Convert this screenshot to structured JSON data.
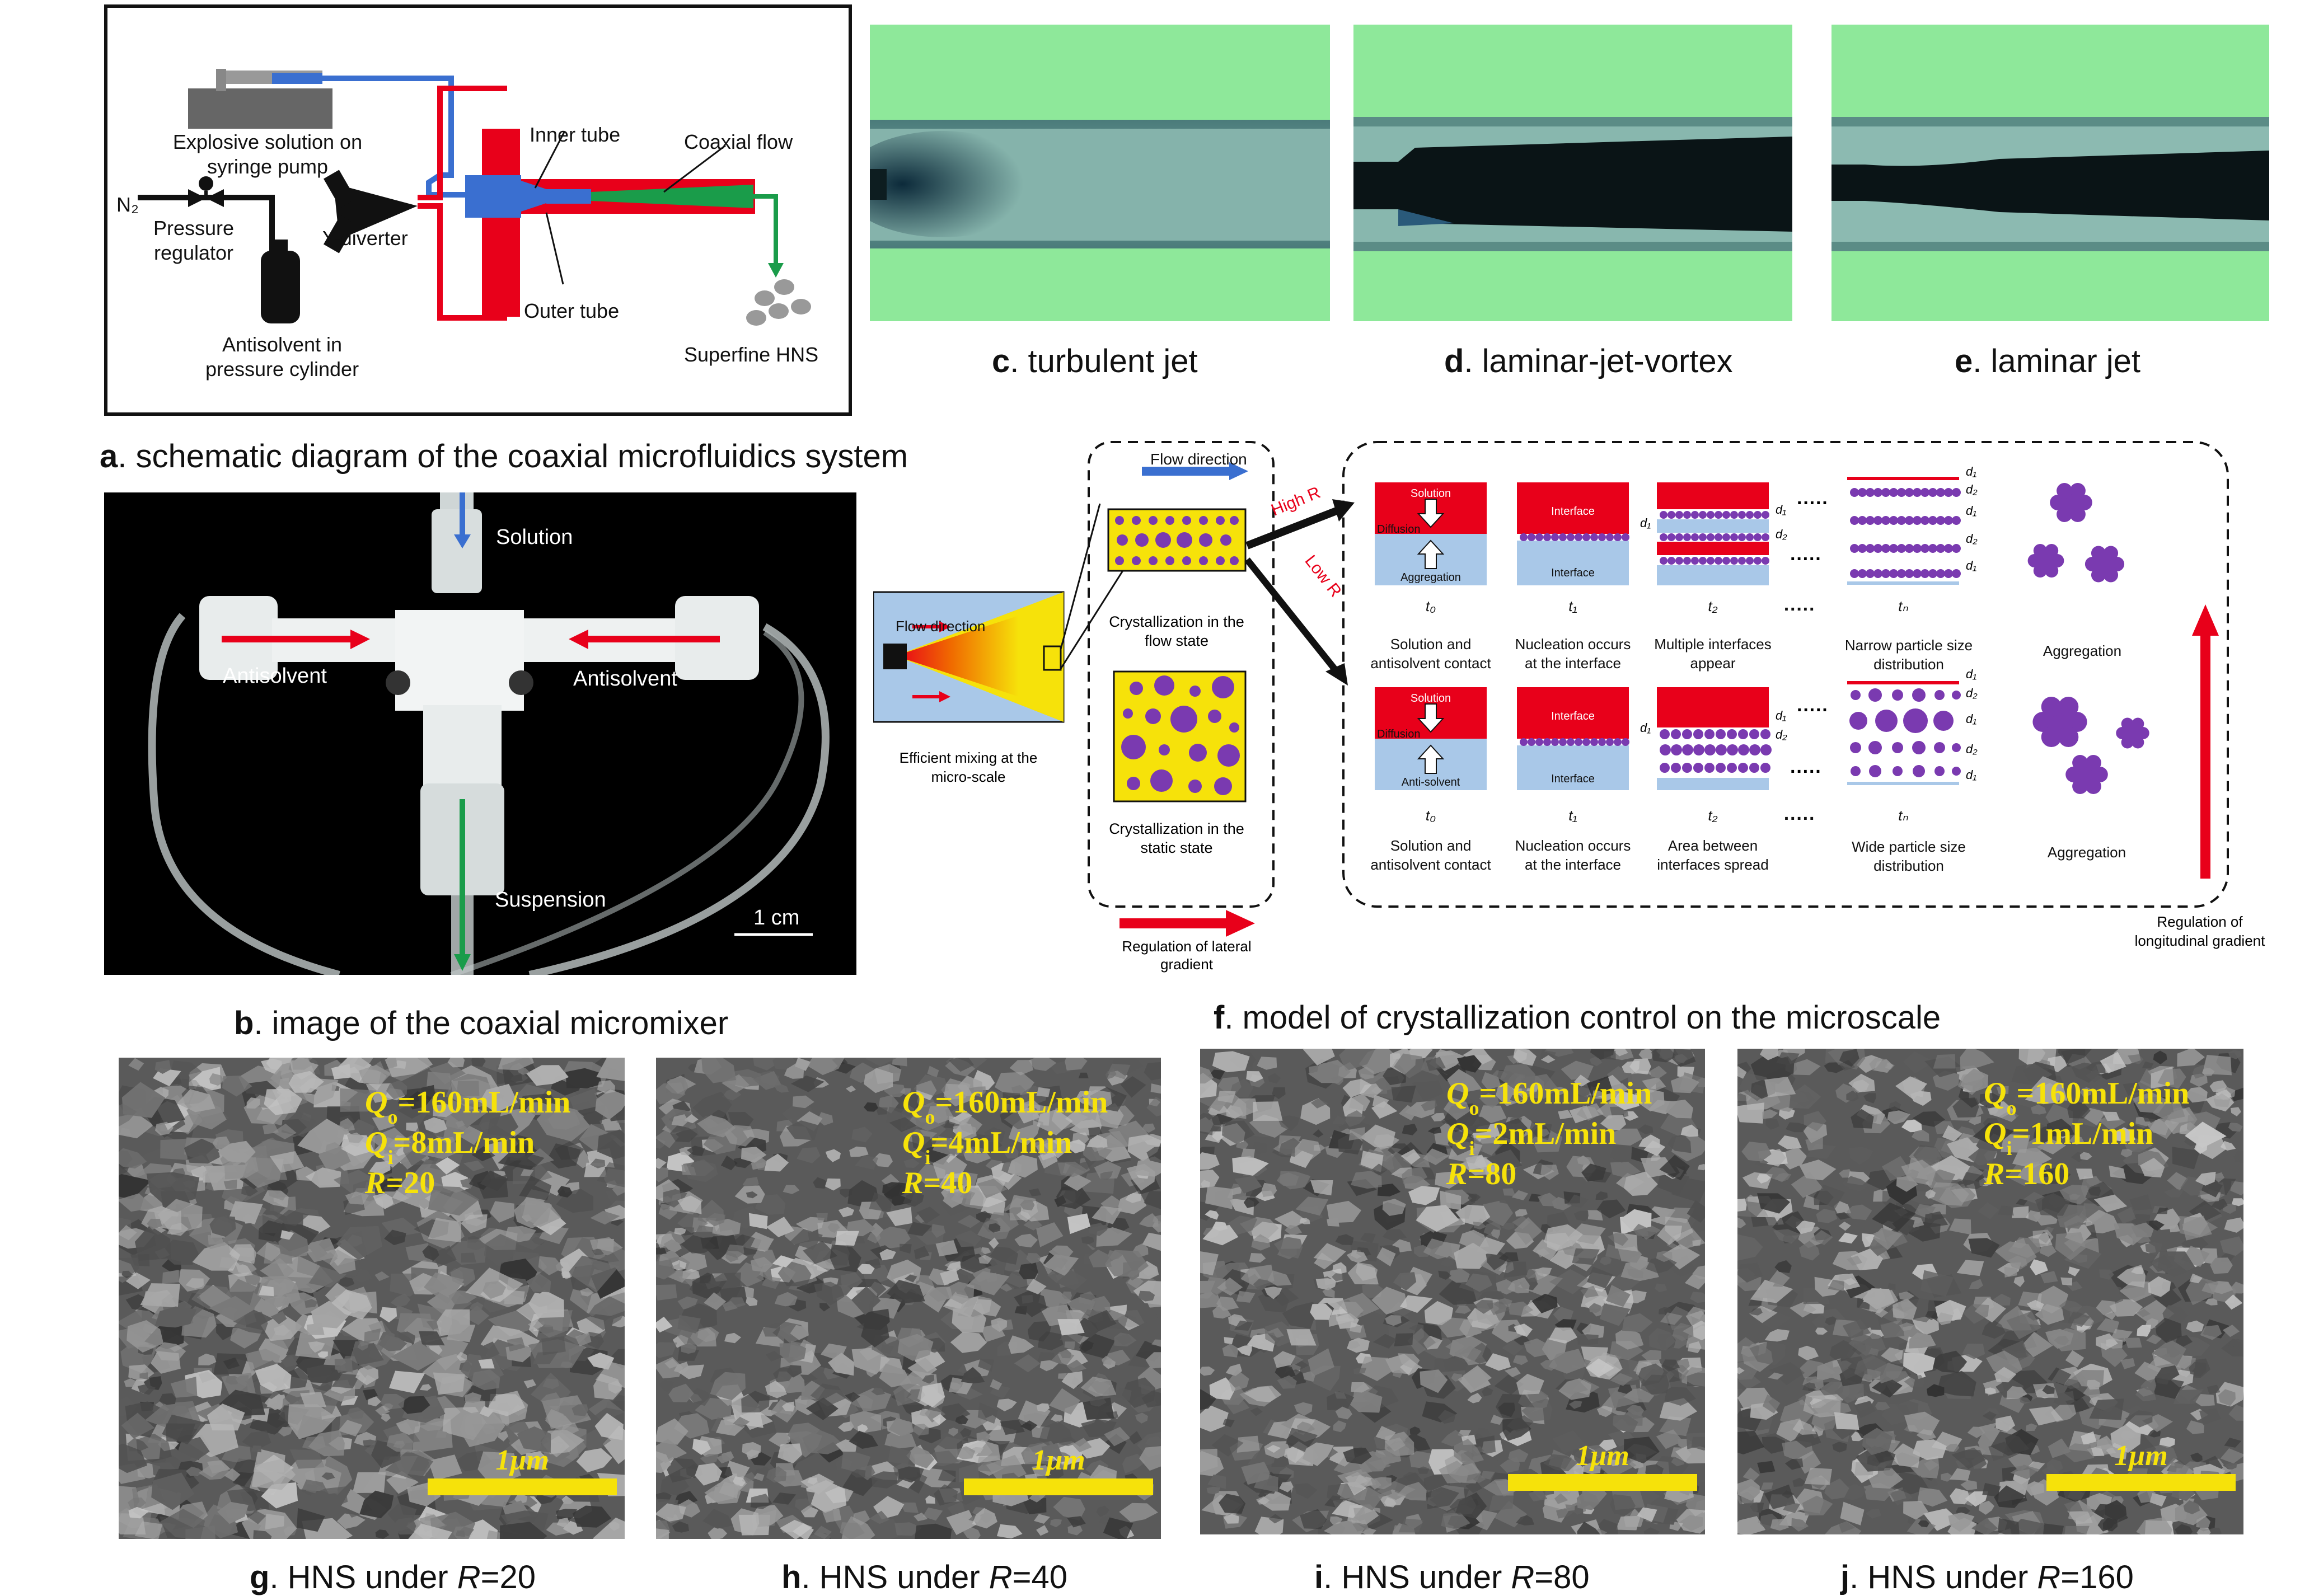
{
  "panel_a": {
    "labels": {
      "syringe": [
        "Explosive solution on",
        "syringe pump"
      ],
      "n2": "N₂",
      "regulator": [
        "Pressure",
        "regulator"
      ],
      "ydiverter": "Y-diverter",
      "antisolvent": [
        "Antisolvent in",
        "pressure cylinder"
      ],
      "inner_tube": "Inner tube",
      "outer_tube": "Outer tube",
      "coaxial_flow": "Coaxial flow",
      "superfine": "Superfine HNS"
    },
    "caption_letter": "a",
    "caption_text": ". schematic diagram of the coaxial microfluidics system"
  },
  "panel_b": {
    "labels": {
      "solution": "Solution",
      "antisolvent_left": "Antisolvent",
      "antisolvent_right": "Antisolvent",
      "suspension": "Suspension",
      "scale": "1 cm"
    },
    "caption_letter": "b",
    "caption_text": ". image of the coaxial micromixer"
  },
  "panel_c": {
    "caption_letter": "c",
    "caption_text": ". turbulent jet"
  },
  "panel_d": {
    "caption_letter": "d",
    "caption_text": ". laminar-jet-vortex"
  },
  "panel_e": {
    "caption_letter": "e",
    "caption_text": ". laminar jet"
  },
  "panel_f": {
    "caption_letter": "f",
    "caption_text": ". model of crystallization control on the microscale",
    "flow_direction_1": "Flow direction",
    "flow_direction_2": "Flow direction",
    "efficient": [
      "Efficient mixing at the",
      "micro-scale"
    ],
    "cryst_flow": [
      "Crystallization in the",
      "flow state"
    ],
    "cryst_static": [
      "Crystallization in the",
      "static state"
    ],
    "high_r": "High R",
    "low_r": "Low R",
    "lateral": [
      "Regulation of lateral",
      "gradient"
    ],
    "longitudinal": [
      "Regulation of",
      "longitudinal gradient"
    ],
    "box_solution": "Solution",
    "box_diffusion": "Diffusion",
    "box_aggregation": "Aggregation",
    "box_antisolvent": "Anti-solvent",
    "box_interface": "Interface",
    "d1": "d₁",
    "d2": "d₂",
    "t0": "t₀",
    "t1": "t₁",
    "t2": "t₂",
    "tn": "tₙ",
    "dots": "·····",
    "top_row_captions": [
      [
        "Solution and",
        "antisolvent contact"
      ],
      [
        "Nucleation occurs",
        "at the interface"
      ],
      [
        "Multiple interfaces",
        "appear"
      ],
      [
        "Narrow particle size",
        "distribution"
      ],
      [
        "Aggregation"
      ]
    ],
    "bottom_row_captions": [
      [
        "Solution and",
        "antisolvent contact"
      ],
      [
        "Nucleation occurs",
        "at the interface"
      ],
      [
        "Area between",
        "interfaces spread"
      ],
      [
        "Wide particle size",
        "distribution"
      ],
      [
        "Aggregation"
      ]
    ]
  },
  "sem": [
    {
      "id": "g",
      "qo": "=160mL/min",
      "qi": "=8mL/min",
      "r": "=20",
      "scale": "1μm",
      "caption_letter": "g",
      "caption_text": ". HNS under ",
      "caption_r": "R",
      "caption_value": "=20"
    },
    {
      "id": "h",
      "qo": "=160mL/min",
      "qi": "=4mL/min",
      "r": "=40",
      "scale": "1μm",
      "caption_letter": "h",
      "caption_text": ". HNS under ",
      "caption_r": "R",
      "caption_value": "=40"
    },
    {
      "id": "i",
      "qo": "=160mL/min",
      "qi": "=2mL/min",
      "r": "=80",
      "scale": "1μm",
      "caption_letter": "i",
      "caption_text": ". HNS under ",
      "caption_r": "R",
      "caption_value": "=80"
    },
    {
      "id": "j",
      "qo": "=160mL/min",
      "qi": "=1mL/min",
      "r": "=160",
      "scale": "1μm",
      "caption_letter": "j",
      "caption_text": ". HNS under ",
      "caption_r": "R",
      "caption_value": "=160"
    }
  ],
  "sem_symbols": {
    "q": "Q",
    "o": "o",
    "i": "i",
    "r": "R"
  },
  "colors": {
    "green_bg": "#8ee89a",
    "red": "#e8001a",
    "blue": "#3a6fd0",
    "purple": "#7a3ab0",
    "yellow": "#f6e20a",
    "light_blue": "#a9c8e8"
  }
}
